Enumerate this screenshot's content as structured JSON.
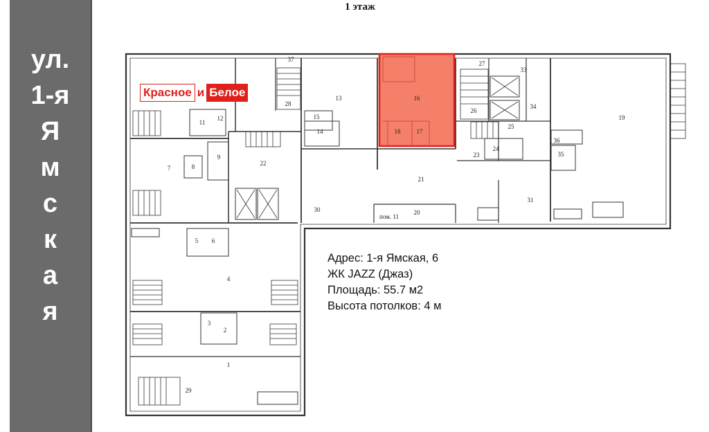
{
  "sidebar": {
    "street_lines": [
      "ул.",
      "1-я",
      "Я",
      "м",
      "с",
      "к",
      "а",
      "я"
    ]
  },
  "plan": {
    "floor_title": "1 этаж",
    "rooms": [
      "1",
      "2",
      "3",
      "4",
      "5",
      "6",
      "7",
      "8",
      "9",
      "11",
      "12",
      "13",
      "14",
      "15",
      "16",
      "17",
      "18",
      "19",
      "20",
      "21",
      "22",
      "23",
      "24",
      "25",
      "26",
      "27",
      "28",
      "29",
      "30",
      "31",
      "33",
      "34",
      "35",
      "36",
      "37"
    ],
    "room_label_11": "пом. 11",
    "highlight_color": "#f4806a",
    "highlight_border": "#e0201b"
  },
  "brand": {
    "part1": "Красное",
    "mid": "и",
    "part2": "Белое"
  },
  "info": {
    "address": "Адрес: 1-я Ямская, 6",
    "complex": "ЖК JAZZ (Джаз)",
    "area": "Площадь: 55.7 м2",
    "ceiling": "Высота потолков: 4 м"
  }
}
